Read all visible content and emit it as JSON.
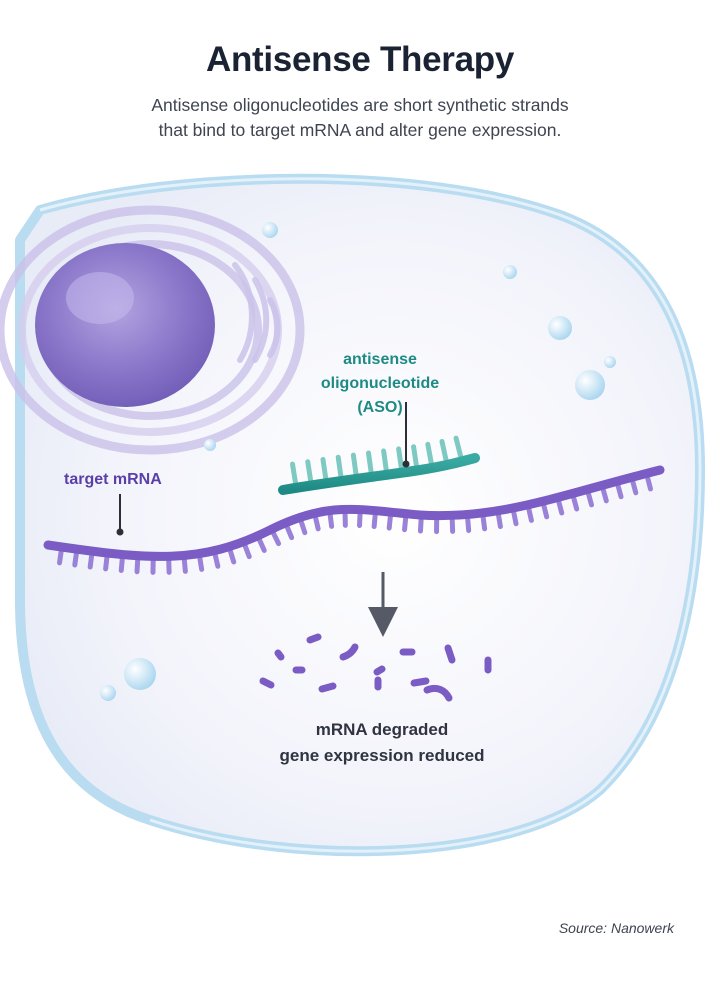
{
  "title": "Antisense Therapy",
  "subtitle": {
    "line1": "Antisense oligonucleotides are short synthetic strands",
    "line2": "that bind to target mRNA and alter gene expression."
  },
  "labels": {
    "aso_line1": "antisense",
    "aso_line2": "oligonucleotide (ASO)",
    "target_mrna": "target mRNA",
    "result_line1": "mRNA degraded",
    "result_line2": "gene expression reduced"
  },
  "source": "Source: Nanowerk",
  "colors": {
    "title": "#1a2233",
    "mrna": "#7a5cc4",
    "aso": "#1f8a85",
    "cell_membrane": "#b9dcf1",
    "nucleus": "#8b78c9"
  }
}
